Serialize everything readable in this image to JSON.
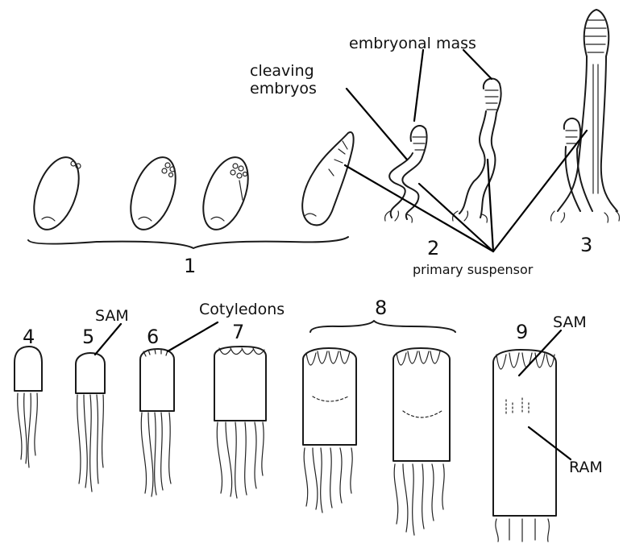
{
  "labels": {
    "embryonal_mass": "embryonal mass",
    "cleaving_line1": "cleaving",
    "cleaving_line2": "embryos",
    "primary_suspensor": "primary suspensor",
    "sam_top": "SAM",
    "cotyledons": "Cotyledons",
    "sam_right": "SAM",
    "ram": "RAM"
  },
  "stages": {
    "s1": "1",
    "s2": "2",
    "s3": "3",
    "s4": "4",
    "s5": "5",
    "s6": "6",
    "s7": "7",
    "s8": "8",
    "s9": "9"
  }
}
